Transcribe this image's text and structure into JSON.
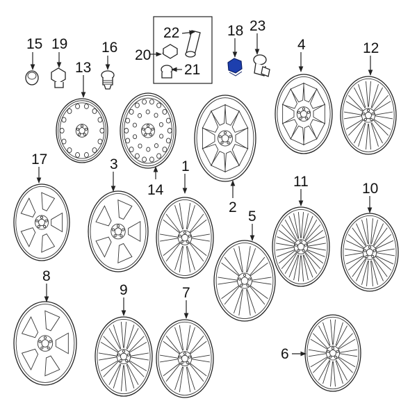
{
  "diagram": {
    "highlighted_part": "18",
    "highlight_color": "#1d3fae",
    "callouts": {
      "c1": "1",
      "c2": "2",
      "c3": "3",
      "c4": "4",
      "c5": "5",
      "c6": "6",
      "c7": "7",
      "c8": "8",
      "c9": "9",
      "c10": "10",
      "c11": "11",
      "c12": "12",
      "c13": "13",
      "c14": "14",
      "c15": "15",
      "c16": "16",
      "c17": "17",
      "c18": "18",
      "c19": "19",
      "c20": "20",
      "c21": "21",
      "c22": "22",
      "c23": "23"
    }
  }
}
